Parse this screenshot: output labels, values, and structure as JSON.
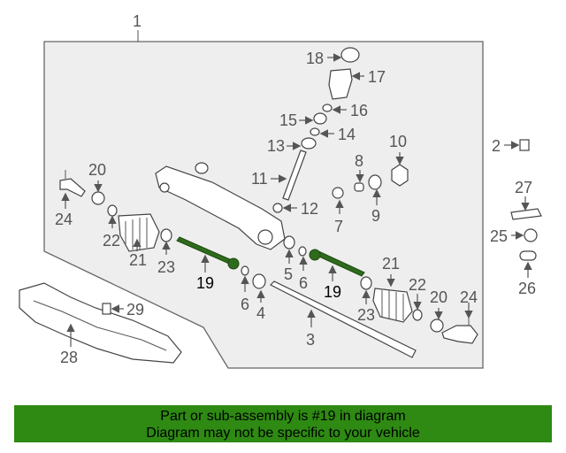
{
  "diagram": {
    "callouts": {
      "c1": "1",
      "c2": "2",
      "c3": "3",
      "c4": "4",
      "c5": "5",
      "c6a": "6",
      "c6b": "6",
      "c7": "7",
      "c8": "8",
      "c9": "9",
      "c10": "10",
      "c11": "11",
      "c12": "12",
      "c13": "13",
      "c14": "14",
      "c15": "15",
      "c16": "16",
      "c17": "17",
      "c18": "18",
      "c19a": "19",
      "c19b": "19",
      "c20a": "20",
      "c20b": "20",
      "c21a": "21",
      "c21b": "21",
      "c22a": "22",
      "c22b": "22",
      "c23a": "23",
      "c23b": "23",
      "c24a": "24",
      "c24b": "24",
      "c25": "25",
      "c26": "26",
      "c27": "27",
      "c28": "28",
      "c29": "29"
    },
    "highlight_color": "#2e6b1c"
  },
  "banner": {
    "line1": "Part or sub-assembly is #19 in diagram",
    "line2": "Diagram may not be specific to your vehicle",
    "background_color": "#2e8a12"
  }
}
